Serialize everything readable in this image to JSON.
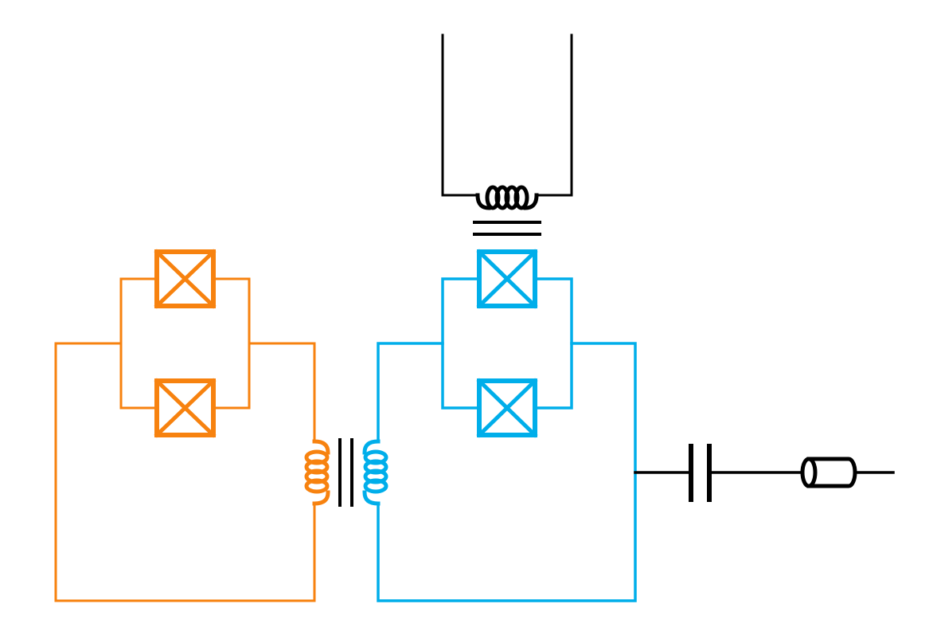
{
  "diagram": {
    "type": "circuit-schematic",
    "colors": {
      "left_circuit": "#f7820f",
      "right_circuit": "#00aeea",
      "external": "#000000",
      "background": "#ffffff"
    },
    "icons": {
      "josephson_junction": "square-with-x",
      "inductor": "coil",
      "capacitor": "two-parallel-plates",
      "transmission_line": "cylinder"
    },
    "components": {
      "left_loop": [
        "josephson-junction",
        "josephson-junction",
        "inductor"
      ],
      "right_loop": [
        "josephson-junction",
        "josephson-junction",
        "inductor"
      ],
      "top_line": [
        "inductor"
      ],
      "output": [
        "capacitor",
        "transmission-line"
      ]
    },
    "couplings": [
      "mutual-inductance-left-right",
      "mutual-inductance-top-right"
    ]
  }
}
